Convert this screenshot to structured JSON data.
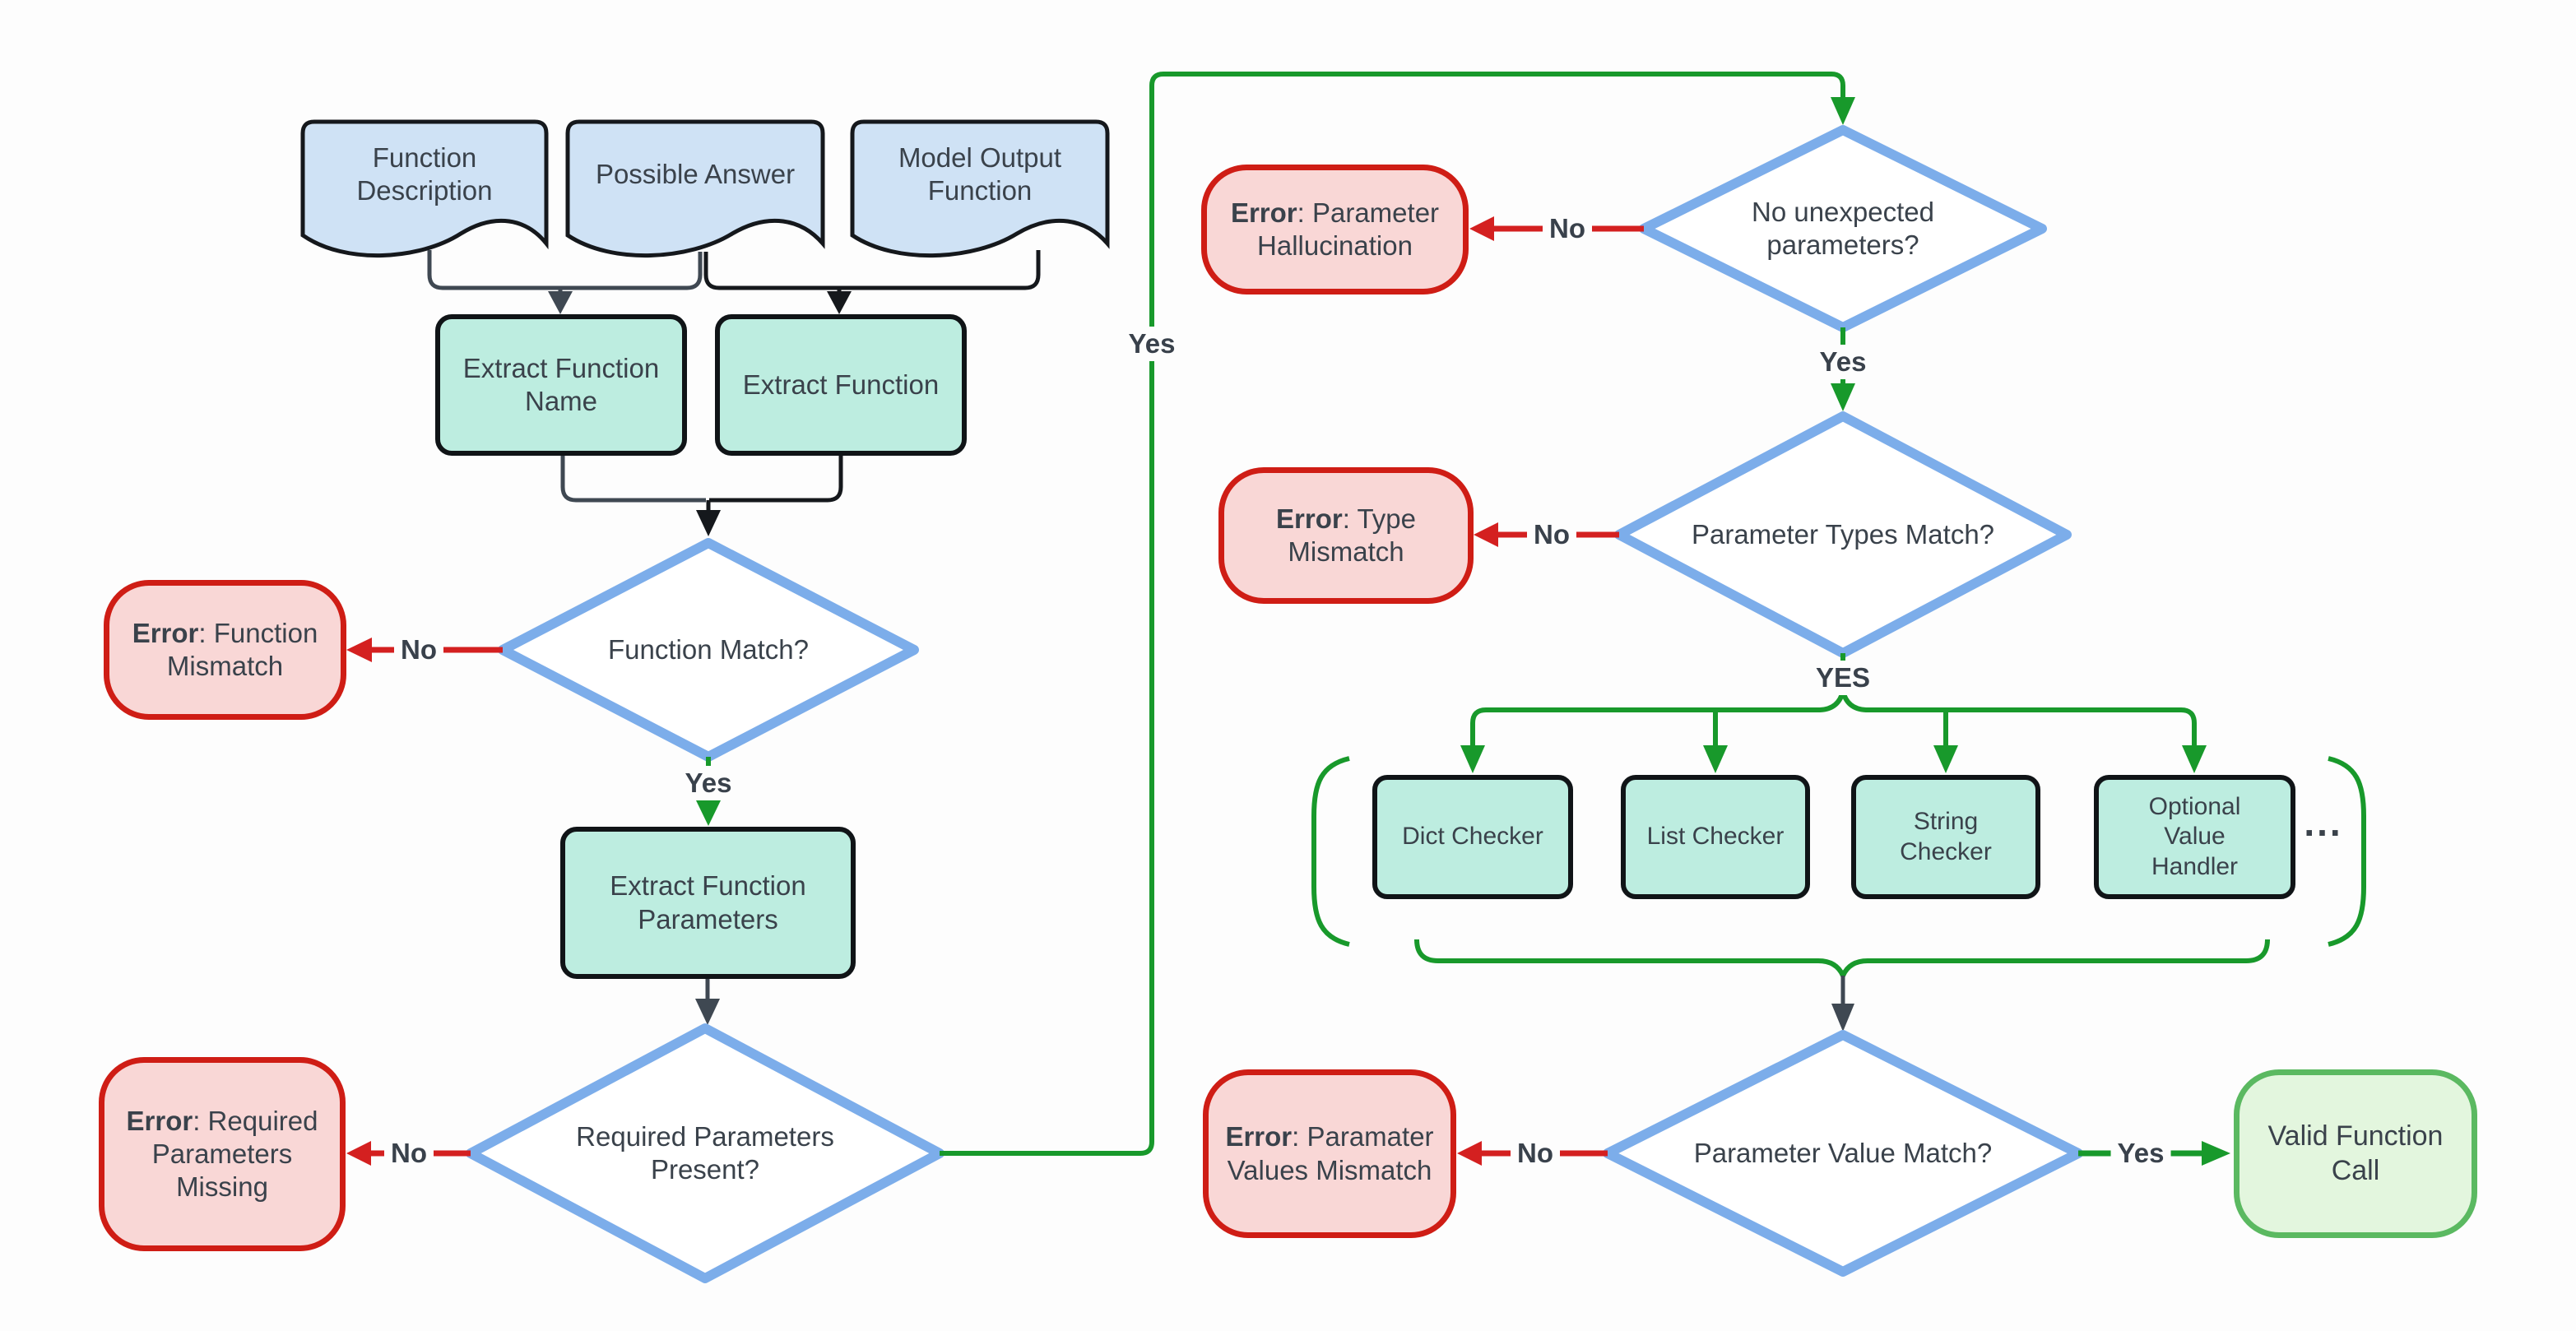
{
  "title": "Function Call Validation Flowchart",
  "colors": {
    "background": "#fdfdfd",
    "document_fill": "#cfe2f5",
    "document_border": "#15181c",
    "process_fill": "#bdede0",
    "process_border": "#101417",
    "decision_border": "#7cadea",
    "decision_fill": "#ffffff",
    "error_fill": "#f9d7d6",
    "error_border": "#cf1d15",
    "valid_fill": "#e3f6de",
    "valid_border": "#5bb961",
    "green": "#18992b",
    "red": "#d42020",
    "slate": "#3f4852",
    "black": "#15181c",
    "text": "#3a424b"
  },
  "documents": [
    {
      "label": "Function Description"
    },
    {
      "label": "Possible Answer"
    },
    {
      "label": "Model Output Function"
    }
  ],
  "processes": [
    {
      "label": "Extract Function Name"
    },
    {
      "label": "Extract Function"
    },
    {
      "label": "Extract Function Parameters"
    }
  ],
  "decisions": [
    {
      "label": "Function Match?"
    },
    {
      "label": "Required Parameters Present?"
    },
    {
      "label": "No unexpected parameters?"
    },
    {
      "label": "Parameter Types Match?"
    },
    {
      "label": "Parameter Value Match?"
    }
  ],
  "errors": [
    {
      "bold": "Error",
      "rest": ": Function Mismatch"
    },
    {
      "bold": "Error",
      "rest": ": Required Parameters Missing"
    },
    {
      "bold": "Error",
      "rest": ": Parameter Hallucination"
    },
    {
      "bold": "Error",
      "rest": ": Type Mismatch"
    },
    {
      "bold": "Error",
      "rest": ": Paramater Values Mismatch"
    }
  ],
  "checkers": [
    {
      "label": "Dict Checker"
    },
    {
      "label": "List Checker"
    },
    {
      "label": "String Checker"
    },
    {
      "label": "Optional Value Handler"
    }
  ],
  "ellipsis": "...",
  "terminal": {
    "label": "Valid Function Call"
  },
  "edge_labels": {
    "function_match_no": "No",
    "function_match_yes": "Yes",
    "required_params_no": "No",
    "required_params_yes": "Yes",
    "unexpected_no": "No",
    "unexpected_yes": "Yes",
    "types_no": "No",
    "types_yes": "YES",
    "value_no": "No",
    "value_yes": "Yes"
  }
}
